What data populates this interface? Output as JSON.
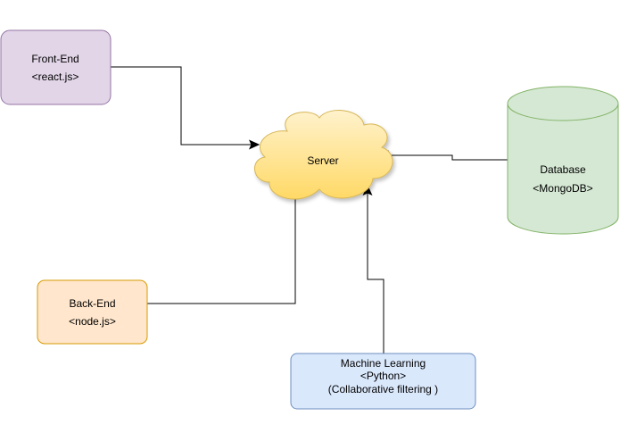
{
  "colors": {
    "frontend_fill": "#e1d5e7",
    "frontend_stroke": "#9673a6",
    "backend_fill": "#ffe6cc",
    "backend_stroke": "#d79b00",
    "ml_fill": "#dae8fc",
    "ml_stroke": "#6c8ebf",
    "db_fill": "#d5e8d4",
    "db_stroke": "#82b366",
    "server_fill_top": "#fff2cc",
    "server_fill_bottom": "#ffd966",
    "server_stroke": "#d6b656",
    "edge": "#000000"
  },
  "nodes": {
    "frontend": {
      "line1": "Front-End",
      "line2": "<react.js>"
    },
    "server": {
      "label": "Server"
    },
    "database": {
      "line1": "Database",
      "line2": "<MongoDB>"
    },
    "backend": {
      "line1": "Back-End",
      "line2": "<node.js>"
    },
    "ml": {
      "line1": "Machine Learning",
      "line2": "<Python>",
      "line3": "(Collaborative filtering )"
    }
  }
}
